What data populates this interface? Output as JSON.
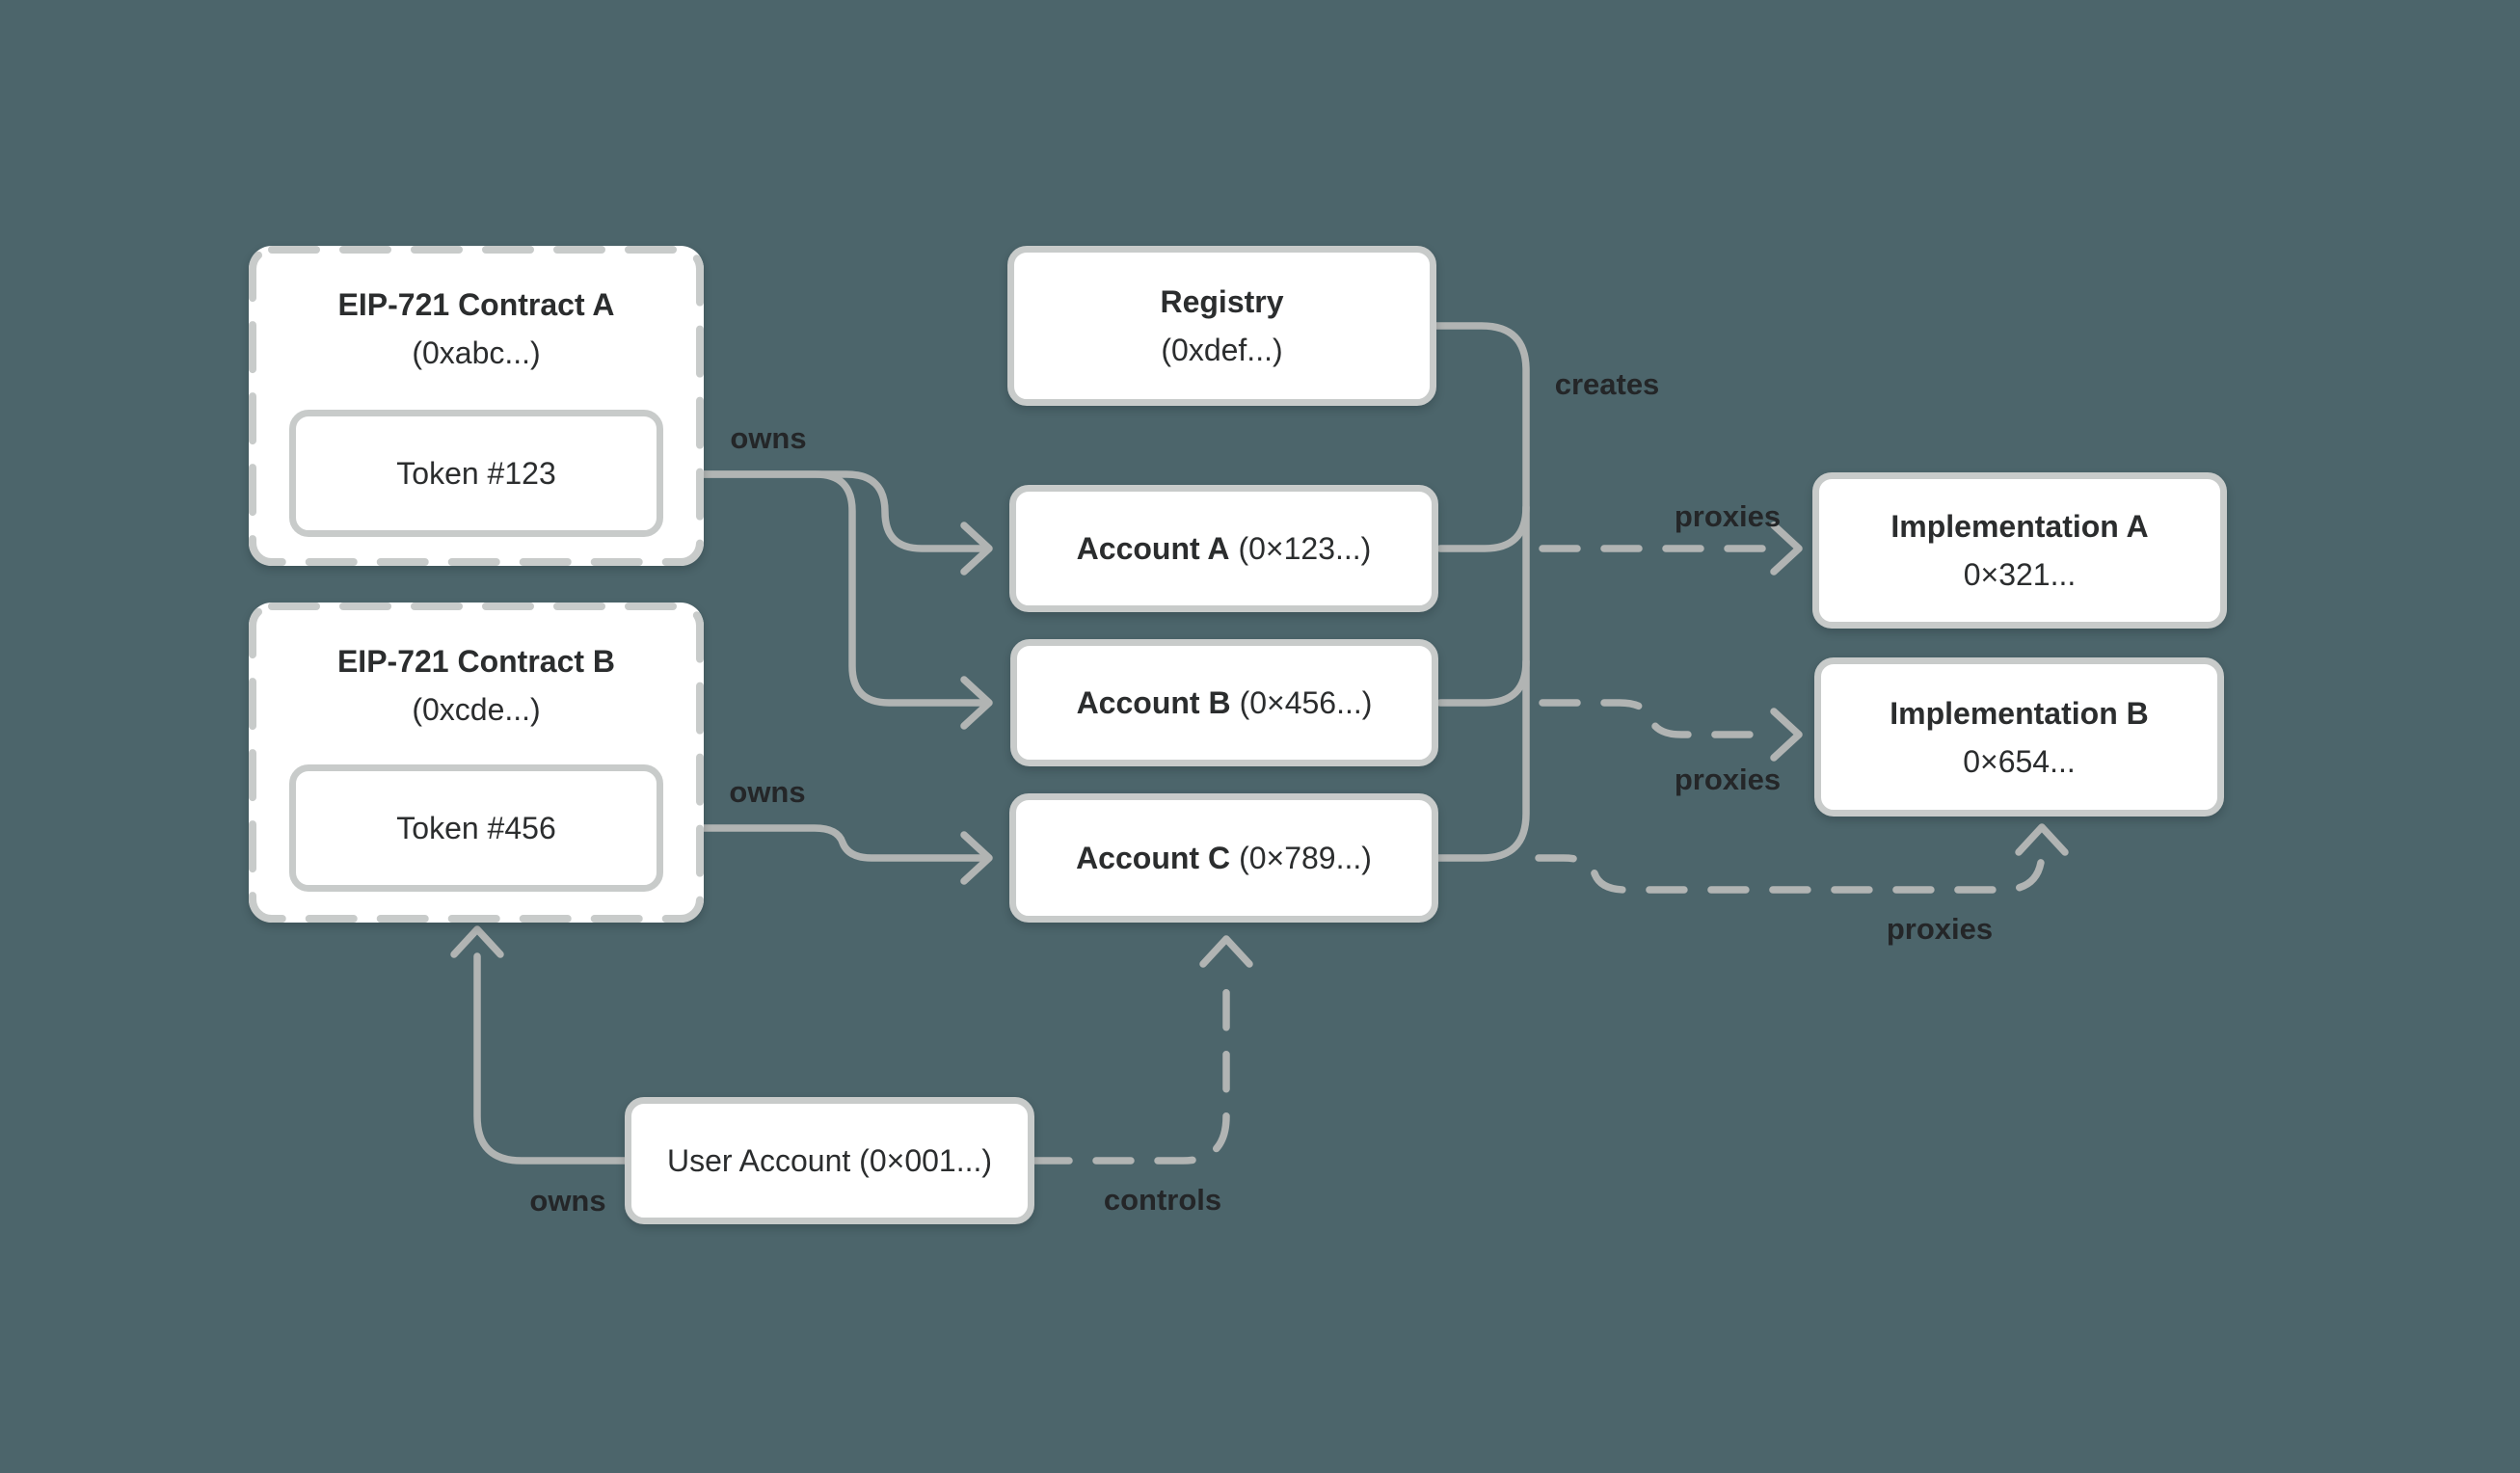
{
  "colors": {
    "background": "#4C656B",
    "box_fill": "#FFFFFF",
    "box_border": "#C8CBCA",
    "connector": "#B1B4B3",
    "text": "#2B2D2E"
  },
  "nodes": {
    "contract_a": {
      "title": "EIP-721 Contract A",
      "address": "(0xabc...)"
    },
    "token_123": {
      "label": "Token #123"
    },
    "contract_b": {
      "title": "EIP-721 Contract B",
      "address": "(0xcde...)"
    },
    "token_456": {
      "label": "Token #456"
    },
    "registry": {
      "title": "Registry",
      "address": "(0xdef...)"
    },
    "account_a": {
      "title": "Account A",
      "address": "(0×123...)"
    },
    "account_b": {
      "title": "Account B",
      "address": "(0×456...)"
    },
    "account_c": {
      "title": "Account C",
      "address": "(0×789...)"
    },
    "impl_a": {
      "title": "Implementation A",
      "address": "0×321..."
    },
    "impl_b": {
      "title": "Implementation B",
      "address": "0×654..."
    },
    "user_account": {
      "label": "User Account (0×001...)"
    }
  },
  "edge_labels": {
    "owns_token123": "owns",
    "owns_token456": "owns",
    "owns_user": "owns",
    "creates": "creates",
    "proxies_a": "proxies",
    "proxies_b": "proxies",
    "proxies_c": "proxies",
    "controls": "controls"
  }
}
